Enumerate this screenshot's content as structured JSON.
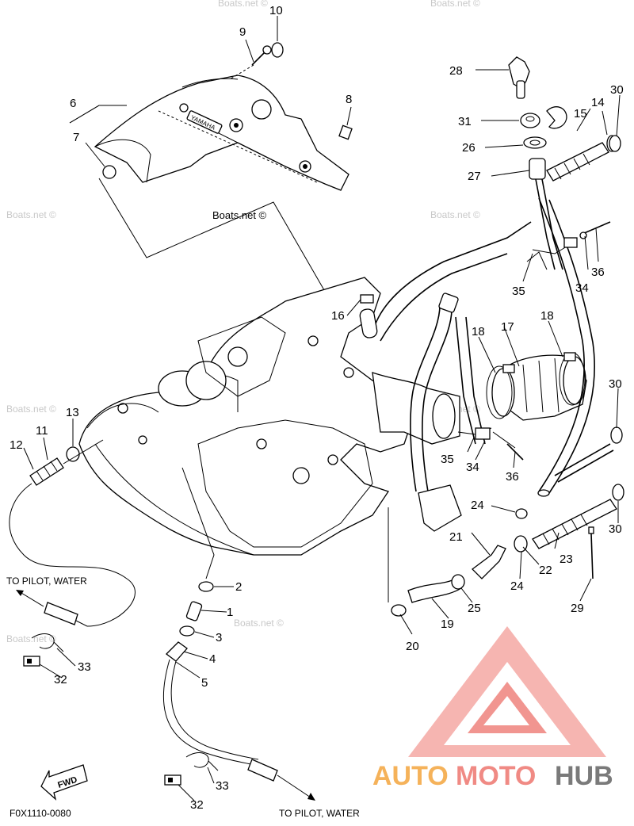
{
  "parts": [
    {
      "label": "1"
    },
    {
      "label": "2"
    },
    {
      "label": "3"
    },
    {
      "label": "4"
    },
    {
      "label": "5"
    },
    {
      "label": "6"
    },
    {
      "label": "7"
    },
    {
      "label": "8"
    },
    {
      "label": "9"
    },
    {
      "label": "10"
    },
    {
      "label": "11"
    },
    {
      "label": "12"
    },
    {
      "label": "13"
    },
    {
      "label": "14"
    },
    {
      "label": "15"
    },
    {
      "label": "16"
    },
    {
      "label": "17"
    },
    {
      "label": "18"
    },
    {
      "label": "18"
    },
    {
      "label": "19"
    },
    {
      "label": "20"
    },
    {
      "label": "21"
    },
    {
      "label": "22"
    },
    {
      "label": "23"
    },
    {
      "label": "24"
    },
    {
      "label": "24"
    },
    {
      "label": "25"
    },
    {
      "label": "26"
    },
    {
      "label": "27"
    },
    {
      "label": "28"
    },
    {
      "label": "29"
    },
    {
      "label": "30"
    },
    {
      "label": "30"
    },
    {
      "label": "30"
    },
    {
      "label": "31"
    },
    {
      "label": "32"
    },
    {
      "label": "32"
    },
    {
      "label": "33"
    },
    {
      "label": "33"
    },
    {
      "label": "34"
    },
    {
      "label": "34"
    },
    {
      "label": "35"
    },
    {
      "label": "35"
    },
    {
      "label": "36"
    },
    {
      "label": "36"
    }
  ],
  "captions": {
    "pilot_water_left": "TO PILOT, WATER",
    "pilot_water_bottom": "TO PILOT, WATER",
    "figure_code": "F0X1110-0080",
    "fwd_arrow": "FWD",
    "cover_brand": "YAMAHA"
  },
  "watermarks": {
    "text": "Boats.net ©",
    "logo_auto": "AUTO",
    "logo_moto": "MOTO",
    "logo_hub": "HUB"
  },
  "colors": {
    "line": "#000000",
    "background": "#ffffff",
    "watermark": "#c8c8c8",
    "logo_red": "#f08a84",
    "logo_orange": "#f5b25a",
    "logo_gray": "#7a7a7a"
  }
}
